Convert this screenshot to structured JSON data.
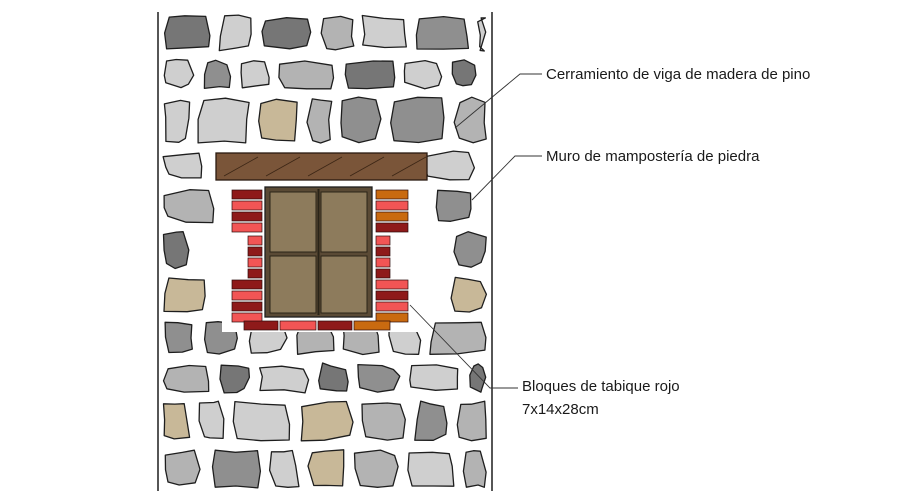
{
  "annotations": [
    {
      "id": "beam",
      "text": "Cerramiento de viga de madera de pino"
    },
    {
      "id": "wall",
      "text": "Muro de mampostería de piedra"
    },
    {
      "id": "bricks",
      "line1": "Bloques de tabique rojo",
      "line2": "7x14x28cm"
    }
  ],
  "colors": {
    "stone_light": "#cfcfcf",
    "stone_mid": "#b3b3b3",
    "stone_dark": "#8f8f8f",
    "stone_darker": "#767676",
    "stone_tan": "#c8b898",
    "beam": "#7a5539",
    "shutter": "#8d7b5c",
    "brick_red": "#f25555",
    "brick_dark": "#8e1a1a",
    "brick_orange": "#c96a10"
  }
}
